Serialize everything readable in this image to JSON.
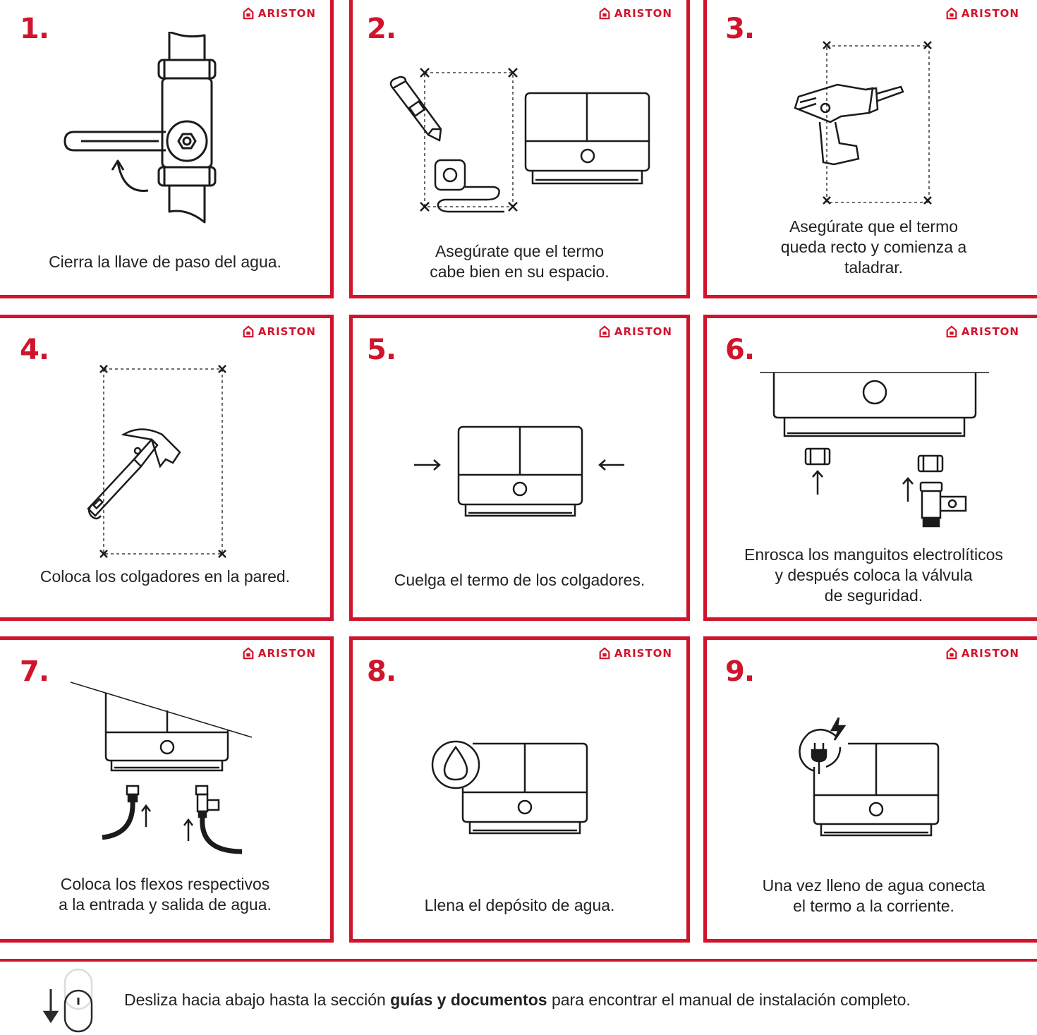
{
  "brand": "ARISTON",
  "steps": [
    {
      "number": "1.",
      "caption": [
        "Cierra la llave de paso del agua."
      ]
    },
    {
      "number": "2.",
      "caption": [
        "Asegúrate que el termo",
        "cabe bien en su espacio."
      ]
    },
    {
      "number": "3.",
      "caption": [
        "Asegúrate que el termo",
        "queda recto y comienza a",
        "taladrar."
      ]
    },
    {
      "number": "4.",
      "caption": [
        "Coloca los colgadores en la pared."
      ]
    },
    {
      "number": "5.",
      "caption": [
        "Cuelga el termo de los colgadores."
      ]
    },
    {
      "number": "6.",
      "caption": [
        "Enrosca los manguitos electrolíticos",
        "y después coloca la válvula",
        "de seguridad."
      ]
    },
    {
      "number": "7.",
      "caption": [
        "Coloca los flexos respectivos",
        "a la entrada y salida de agua."
      ]
    },
    {
      "number": "8.",
      "caption": [
        "Llena el depósito de agua."
      ]
    },
    {
      "number": "9.",
      "caption": [
        "Una vez lleno de agua conecta",
        "el termo a la corriente."
      ]
    }
  ],
  "footer": {
    "text_before": "Desliza hacia abajo hasta la sección",
    "text_bold": "guías y documentos",
    "text_after": "para encontrar el manual de instalación completo."
  },
  "colors": {
    "accent": "#d0142c",
    "ink": "#1b1b1b"
  },
  "icons": [
    "brand-house-icon",
    "valve-icon",
    "pencil-icon",
    "tape-measure-icon",
    "water-heater-icon",
    "drill-icon",
    "hammer-icon",
    "arrow-icon",
    "pipe-fitting-icon",
    "safety-valve-icon",
    "flex-hose-icon",
    "water-drop-icon",
    "power-plug-icon",
    "scroll-mouse-icon"
  ]
}
